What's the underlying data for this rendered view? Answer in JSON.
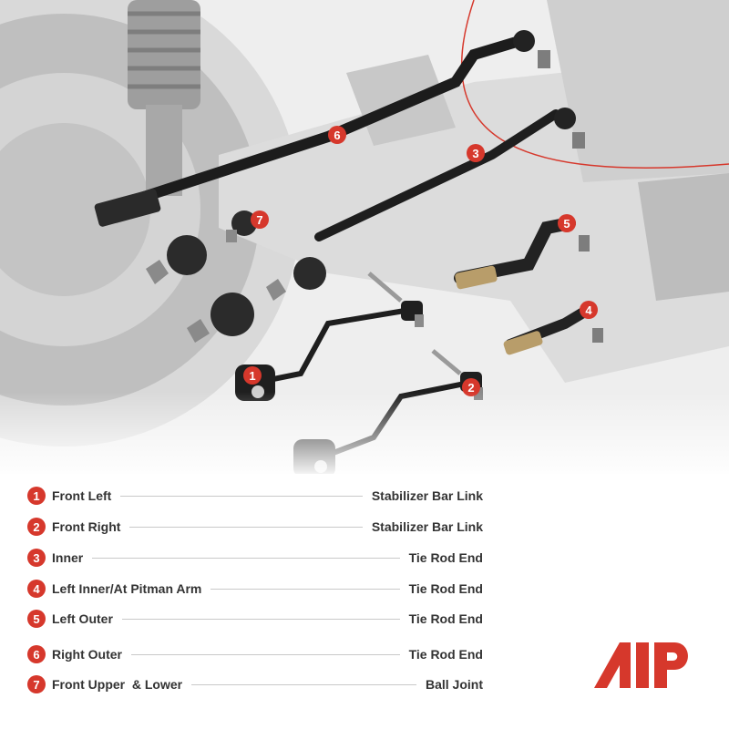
{
  "photo": {
    "callouts": [
      "1",
      "2",
      "3",
      "4",
      "5",
      "6",
      "7"
    ],
    "accent_color": "#d6382c"
  },
  "legend": [
    {
      "num": "1",
      "left": "Front Left",
      "right": "Stabilizer Bar Link"
    },
    {
      "num": "2",
      "left": "Front Right",
      "right": "Stabilizer Bar Link"
    },
    {
      "num": "3",
      "left": "Inner",
      "right": "Tie Rod End"
    },
    {
      "num": "4",
      "left": "Left Inner/At Pitman Arm",
      "right": "Tie Rod End"
    },
    {
      "num": "5",
      "left": "Left Outer",
      "right": "Tie Rod End"
    },
    {
      "num": "6",
      "left": "Right Outer",
      "right": "Tie Rod End"
    },
    {
      "num": "7",
      "left": "Front Upper  & Lower",
      "right": "Ball Joint"
    }
  ],
  "logo": {
    "name": "brand-logo",
    "color": "#d6382c"
  }
}
